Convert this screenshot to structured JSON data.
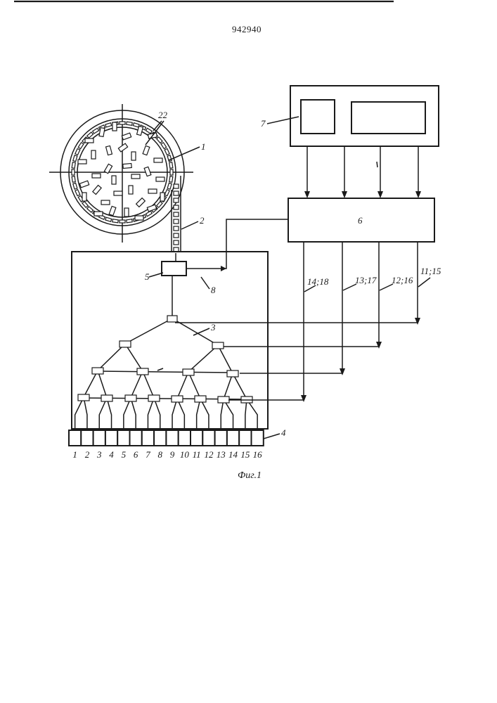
{
  "patent_number": "942940",
  "figure_caption": "Фиг.1",
  "labels": {
    "disk": "1",
    "track": "2",
    "tree": "3",
    "bins": "4",
    "sensor": "5",
    "controller": "6",
    "display_unit": "7",
    "sensor_line": "8",
    "items": "22",
    "line_a": "14;18",
    "line_b": "13;17",
    "line_c": "12;16",
    "line_d": "11;15"
  },
  "bin_numbers": [
    "1",
    "2",
    "3",
    "4",
    "5",
    "6",
    "7",
    "8",
    "9",
    "10",
    "11",
    "12",
    "13",
    "14",
    "15",
    "16"
  ]
}
